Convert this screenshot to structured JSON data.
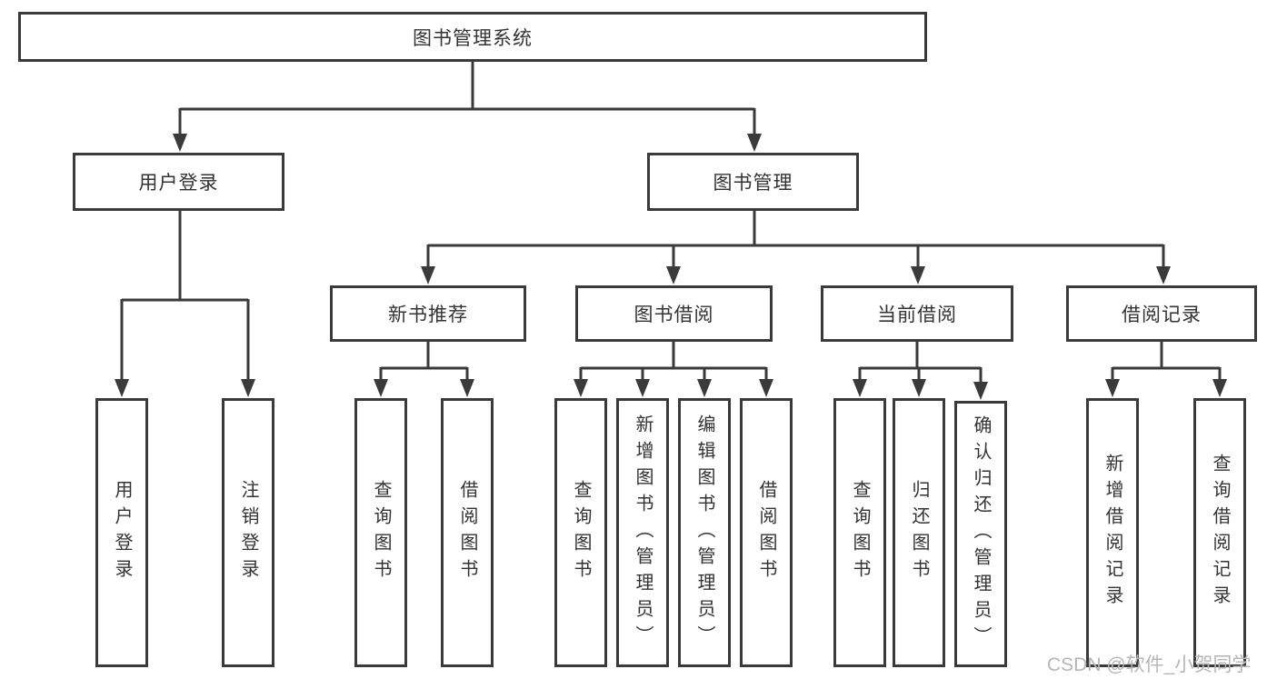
{
  "diagram_title": "图书管理系统",
  "nodes": {
    "root": "图书管理系统",
    "user_login": "用户登录",
    "book_mgmt": "图书管理",
    "new_book_rec": "新书推荐",
    "book_borrow": "图书借阅",
    "current_borrow": "当前借阅",
    "borrow_records": "借阅记录",
    "login": "用户登录",
    "logout": "注销登录",
    "rec_query_book": "查询图书",
    "rec_borrow_book": "借阅图书",
    "bb_query_book": "查询图书",
    "bb_add_book": "新增图书（管理员）",
    "bb_edit_book": "编辑图书（管理员）",
    "bb_borrow_book": "借阅图书",
    "cb_query_book": "查询图书",
    "cb_return_book": "归还图书",
    "cb_confirm_return": "确认归还（管理员）",
    "br_add_record": "新增借阅记录",
    "br_query_record": "查询借阅记录"
  },
  "hierarchy": {
    "图书管理系统": {
      "用户登录": [
        "用户登录",
        "注销登录"
      ],
      "图书管理": {
        "新书推荐": [
          "查询图书",
          "借阅图书"
        ],
        "图书借阅": [
          "查询图书",
          "新增图书（管理员）",
          "编辑图书（管理员）",
          "借阅图书"
        ],
        "当前借阅": [
          "查询图书",
          "归还图书",
          "确认归还（管理员）"
        ],
        "借阅记录": [
          "新增借阅记录",
          "查询借阅记录"
        ]
      }
    }
  },
  "watermark": "CSDN @软件_小贺同学",
  "colors": {
    "line": "#3a3a3a",
    "text": "#333333",
    "box_fill": "#ffffff",
    "background": "#ffffff",
    "watermark": "#b6b6b6"
  }
}
